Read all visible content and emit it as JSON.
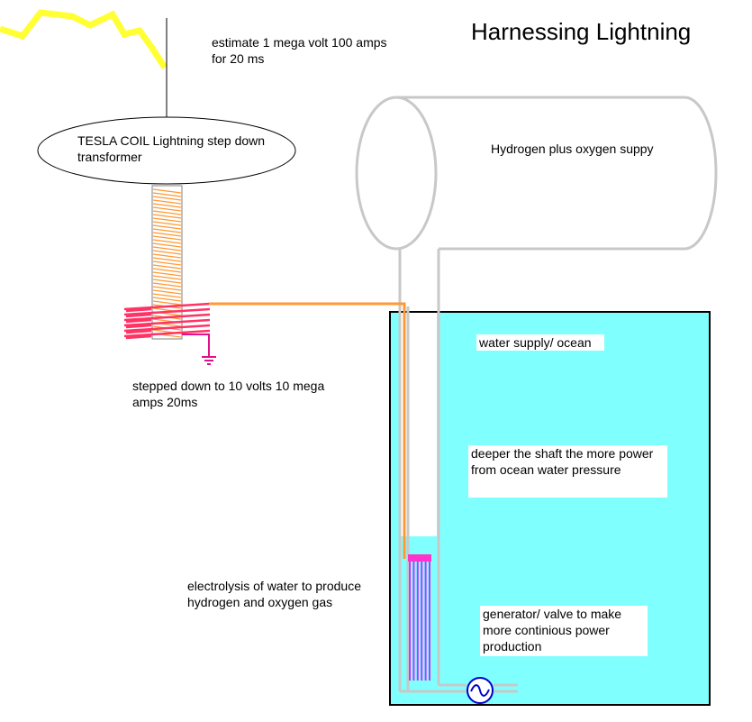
{
  "title": "Harnessing Lightning",
  "labels": {
    "estimate": "estimate 1 mega volt 100 amps for 20 ms",
    "tesla": "TESLA COIL Lightning step down transformer",
    "stepped_down": "stepped down to 10 volts 10 mega amps 20ms",
    "tank": "Hydrogen plus oxygen suppy",
    "water": "water supply/ ocean",
    "deeper": "deeper the shaft the more power from ocean water pressure",
    "electrolysis": "electrolysis of water to produce hydrogen and oxygen gas",
    "generator": "generator/ valve to make more continious power production"
  },
  "colors": {
    "lightning": "#ffff33",
    "ocean": "#80ffff",
    "pipe": "#c8c8c8",
    "wire": "#ff9933",
    "coil": "#ff3366",
    "ground": "#e0118a",
    "electrode": "#cc33ff",
    "generator": "#0000cc"
  },
  "icons": [
    "lightning-bolt",
    "ground-symbol",
    "ac-generator-symbol"
  ]
}
